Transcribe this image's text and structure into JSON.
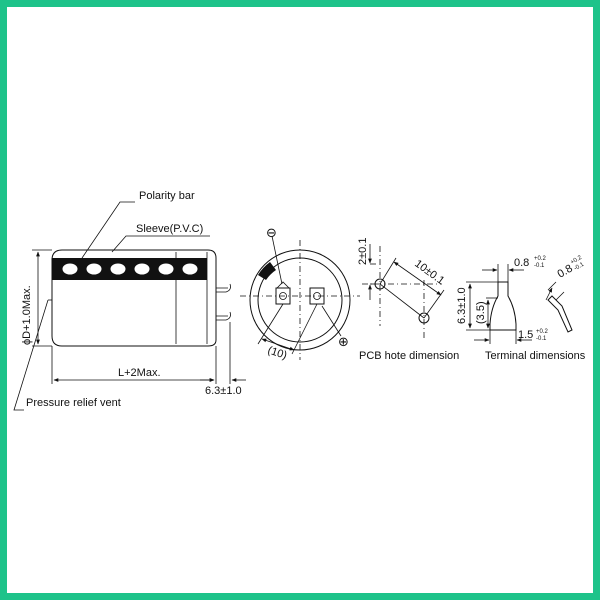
{
  "frame": {
    "border_color": "#1ec38a"
  },
  "capacitor_side": {
    "polarity_bar_label": "Polarity bar",
    "sleeve_label": "Sleeve(P.V.C)",
    "diameter_dim": "ϕD+1.0Max.",
    "length_dim": "L+2Max.",
    "lead_length_dim": "6.3±1.0",
    "vent_label": "Pressure relief vent"
  },
  "capacitor_bottom": {
    "minus_mark": "⊖",
    "plus_mark": "⊕",
    "pitch_dim": "(10)"
  },
  "pcb": {
    "vertical_dim": "2±0.1",
    "diagonal_dim": "10±0.1",
    "caption": "PCB hote dimension"
  },
  "terminal": {
    "top_width_value": "0.8",
    "top_width_tol_plus": "+0.2",
    "top_width_tol_minus": "-0.1",
    "side_width_value": "0.8",
    "side_width_tol_plus": "+0.2",
    "side_width_tol_minus": "-0.1",
    "height_dim": "6.3±1.0",
    "inner_height_dim": "(3.5)",
    "bottom_width_value": "1.5",
    "bottom_width_tol_plus": "+0.2",
    "bottom_width_tol_minus": "-0.1",
    "caption": "Terminal dimensions"
  }
}
